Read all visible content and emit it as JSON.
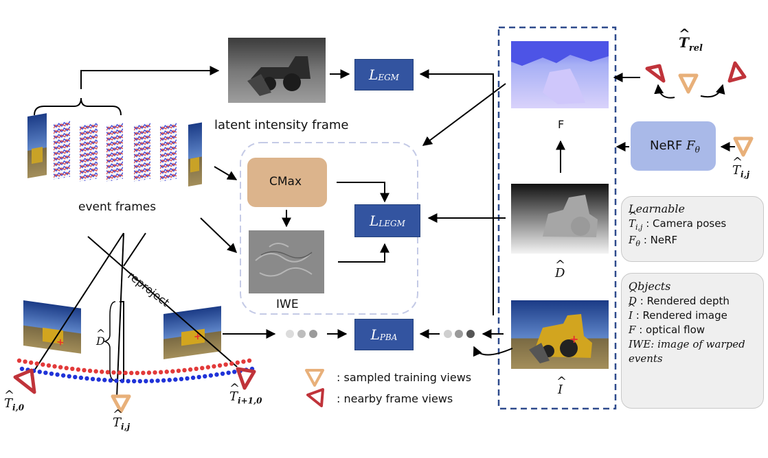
{
  "labels": {
    "latent_frame": "latent intensity frame",
    "event_frames": "event frames",
    "cmax": "CMax",
    "iwe": "IWE",
    "reproject": "reproject",
    "flow_F": "F",
    "nerf": "NeRF",
    "nerf_symbol": "F",
    "nerf_sub": "θ",
    "d_hat": "D",
    "i_hat": "I",
    "d_hat_bracket": "D",
    "t_rel_T": "T",
    "t_rel_sub": "rel",
    "t_ij_T": "T",
    "t_ij_sub": "i,j",
    "t_i0_T": "T",
    "t_i0_sub": "i,0",
    "t_i10_T": "T",
    "t_i10_sub": "i+1,0",
    "t_ij_bottom_T": "T",
    "t_ij_bottom_sub": "i,j"
  },
  "losses": {
    "egm": {
      "main": "L",
      "sub": "EGM"
    },
    "legm": {
      "main": "L",
      "sub": "LEGM"
    },
    "pba": {
      "main": "L",
      "sub": "PBA"
    }
  },
  "legend": {
    "sampled": ": sampled training views",
    "nearby": ": nearby frame views"
  },
  "learnable": {
    "title": "Learnable",
    "r1_sym": "T",
    "r1_sub": "i,j",
    "r1_text": " : Camera poses",
    "r2_sym": "F",
    "r2_sub": "θ",
    "r2_text": "  : NeRF"
  },
  "objects": {
    "title": "Objects",
    "r1_sym": "D",
    "r1_text": "  : Rendered depth",
    "r2_sym": "I",
    "r2_text": "   : Rendered image",
    "r3_sym": "F",
    "r3_text": "  : optical flow",
    "r4_sym": "IWE",
    "r4_text": ": image of warped",
    "r5_text": "events"
  },
  "colors": {
    "loss_blue": "#3354a0",
    "cmax": "#dcb48c",
    "nerf": "#a9b9e8",
    "red_view": "#c0333a",
    "tan_view": "#e8b07a",
    "dash_blue": "#2e4a8c"
  }
}
